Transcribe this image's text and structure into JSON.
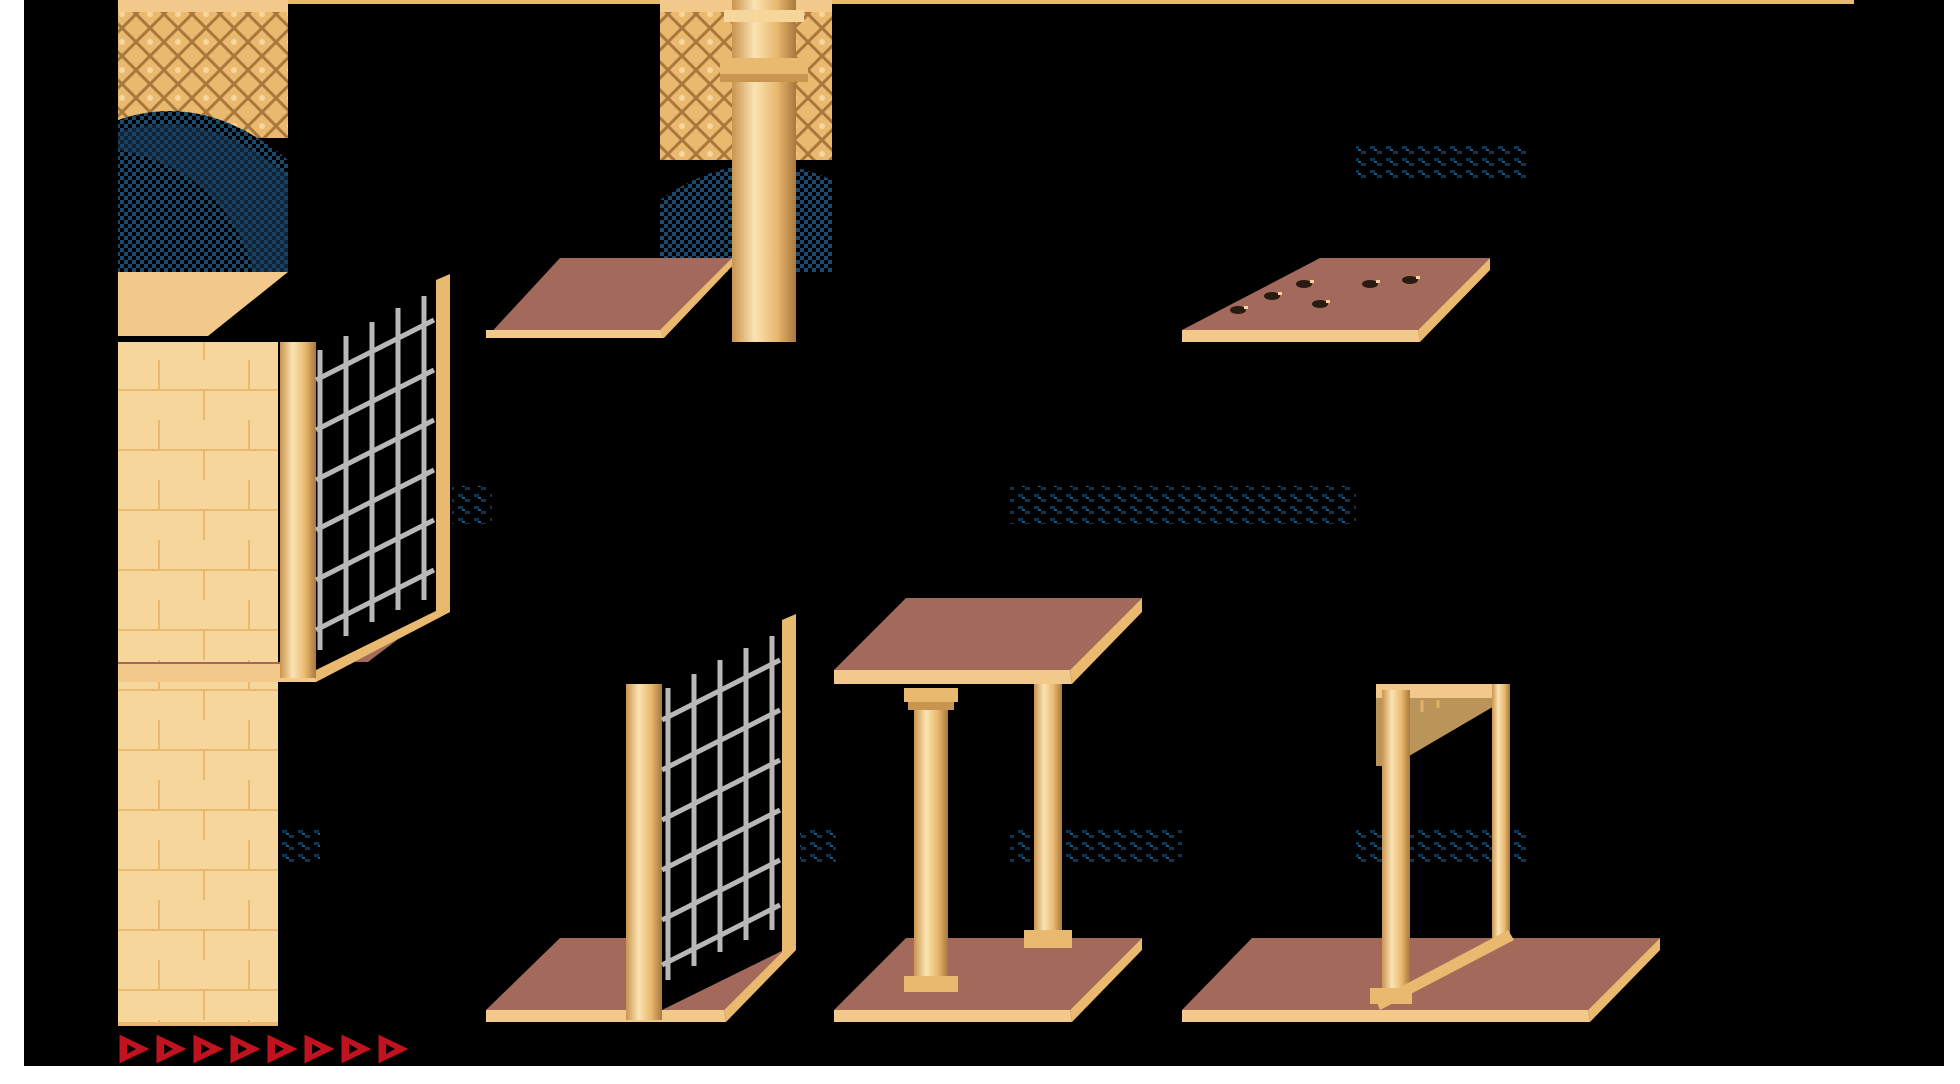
{
  "game": {
    "view": "dungeon-room",
    "palette": {
      "background": "#000000",
      "stone_light": "#f7d69c",
      "stone_mid": "#e8b96e",
      "stone_dark": "#c9944f",
      "stone_shadow": "#a9773c",
      "floor_top": "#a36a5c",
      "floor_tile_dark": "#8f5a4e",
      "floor_edge": "#f2c98a",
      "wall_pattern_blue": "#0d3553",
      "gate_bars": "#b8b8b8",
      "health": "#c1121f"
    },
    "player": {
      "health_current": 8,
      "health_max": 8
    },
    "room_elements": [
      "arch-left",
      "arch-with-pillar",
      "gate-left-upper",
      "gate-middle-lower",
      "floor-tiles",
      "loose-floor-tile",
      "double-pillars",
      "exit-doorway",
      "wall-patterns"
    ]
  }
}
